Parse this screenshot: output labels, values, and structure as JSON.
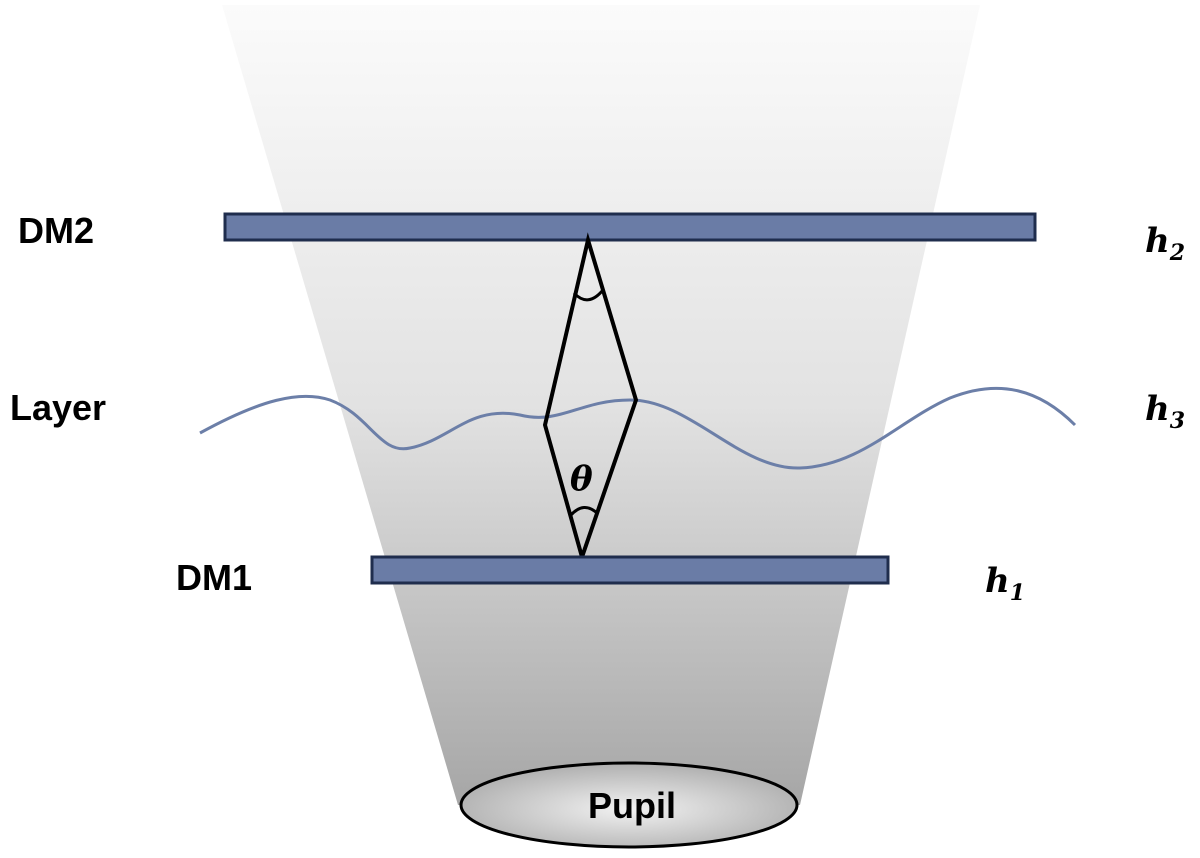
{
  "labels": {
    "dm2": "DM2",
    "layer": "Layer",
    "dm1": "DM1",
    "pupil": "Pupil",
    "theta": "θ"
  },
  "heights": {
    "h2": {
      "base": "h",
      "sub": "2"
    },
    "h3": {
      "base": "h",
      "sub": "3"
    },
    "h1": {
      "base": "h",
      "sub": "1"
    }
  },
  "colors": {
    "mirror_fill": "#6a7ca6",
    "mirror_stroke": "#1f2d4d",
    "layer_wave": "#6c7fa8",
    "beam_top": "#fbfbfb",
    "beam_bottom": "#a8a8a8"
  }
}
